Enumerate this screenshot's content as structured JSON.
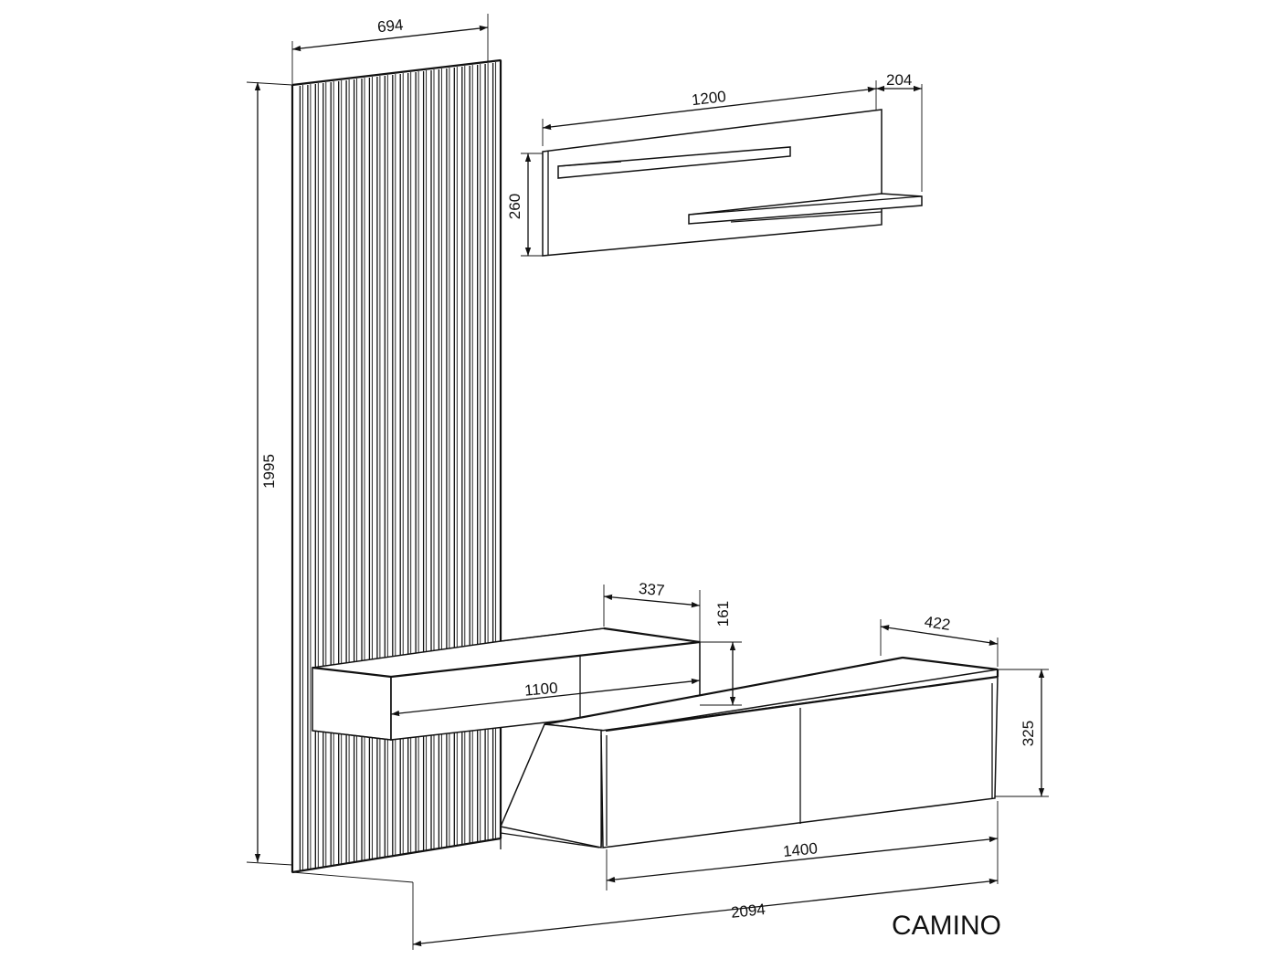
{
  "title": "CAMINO",
  "dimensions": {
    "panel_width": "694",
    "panel_height": "1995",
    "shelf_width": "1200",
    "shelf_depth": "204",
    "shelf_height": "260",
    "drawer_width": "337",
    "drawer_height": "161",
    "console_width": "1100",
    "cabinet_depth": "422",
    "cabinet_height": "325",
    "cabinet_width": "1400",
    "total_width": "2094"
  },
  "colors": {
    "line": "#111111",
    "background": "#ffffff"
  }
}
